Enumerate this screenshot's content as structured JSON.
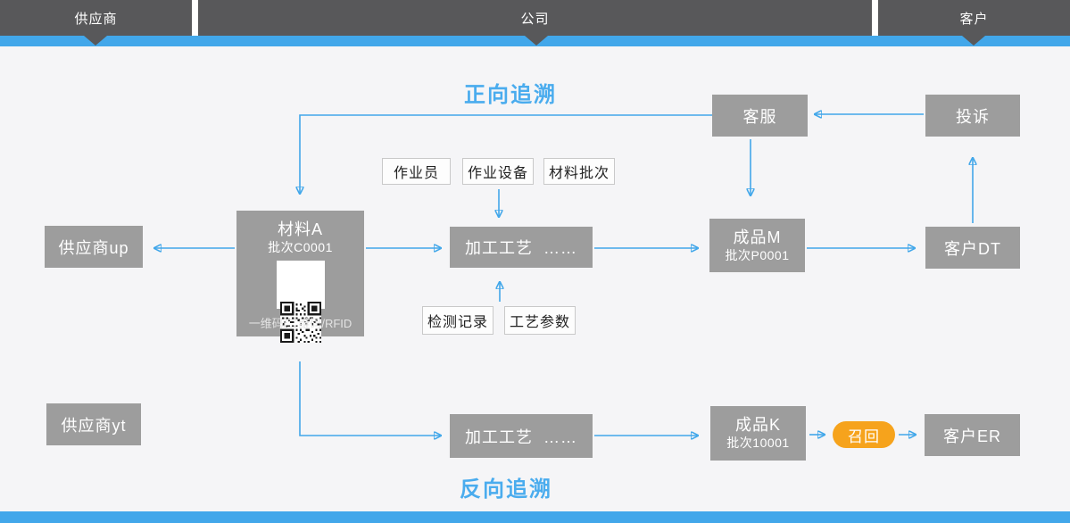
{
  "header": {
    "supplier": "供应商",
    "company": "公司",
    "customer": "客户"
  },
  "titles": {
    "forward": "正向追溯",
    "backward": "反向追溯"
  },
  "nodes": {
    "customer_service": "客服",
    "complaint": "投诉",
    "material_a": {
      "name": "材料A",
      "batch": "批次C0001",
      "code_caption": "一维码/二维码/RFID"
    },
    "supplier_up": "供应商up",
    "process_top": "加工工艺  ……",
    "product_m": {
      "name": "成品M",
      "batch": "批次P0001"
    },
    "customer_dt": "客户DT",
    "supplier_yt": "供应商yt",
    "process_bottom": "加工工艺  ……",
    "product_k": {
      "name": "成品K",
      "batch": "批次10001"
    },
    "recall": "召回",
    "customer_er": "客户ER"
  },
  "tags": {
    "operator": "作业员",
    "equipment": "作业设备",
    "material_batch": "材料批次",
    "inspection_record": "检测记录",
    "process_params": "工艺参数"
  },
  "colors": {
    "accent_blue": "#42A7EA",
    "lane_bar_dark": "#58585A",
    "node_gray": "#9D9D9D",
    "recall_orange": "#F6A31C",
    "background": "#F5F5F7"
  }
}
